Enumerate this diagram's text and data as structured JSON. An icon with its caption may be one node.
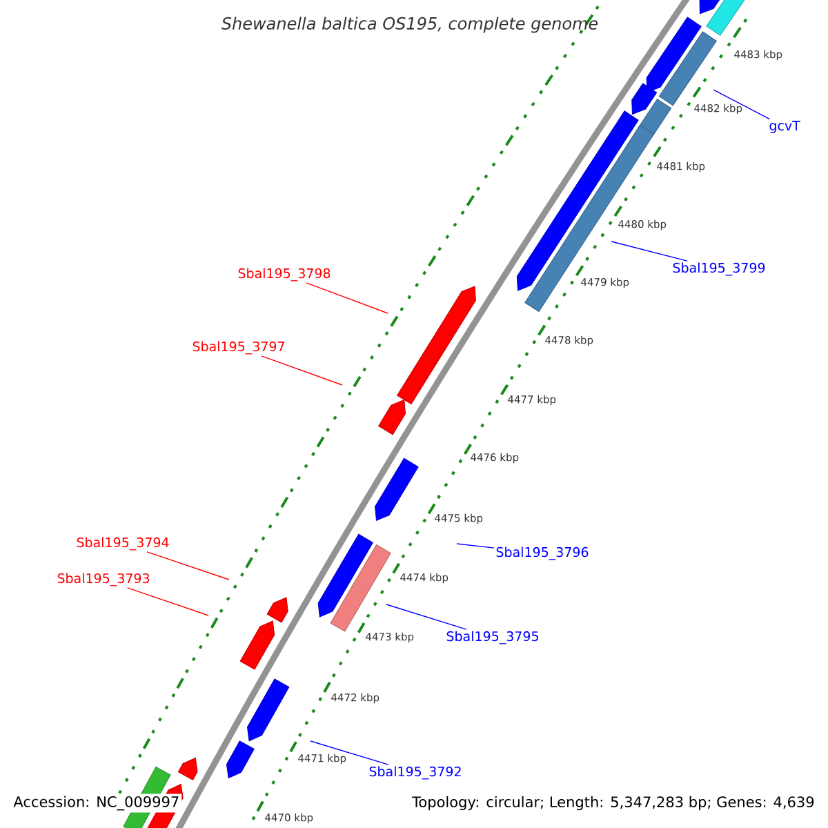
{
  "diagram": {
    "title": "Shewanella baltica OS195, complete genome",
    "nodes": [
      {
        "text": [
          "gcvT"
        ]
      },
      {
        "text": [
          "Sbal195_3799"
        ]
      },
      {
        "text": [
          "Sbal195_3798"
        ]
      },
      {
        "text": [
          "Sbal195_3797"
        ]
      },
      {
        "text": [
          "Sbal195_3794"
        ]
      },
      {
        "text": [
          "Sbal195_3796"
        ]
      },
      {
        "text": [
          "Sbal195_3793"
        ]
      },
      {
        "text": [
          "Sbal195_3795"
        ]
      },
      {
        "text": [
          "Sbal195_3792"
        ]
      }
    ],
    "edges": [
      {
        "from": 0,
        "to": null,
        "arrow": "none",
        "color": "#0000ff"
      },
      {
        "from": 1,
        "to": null,
        "arrow": "none",
        "color": "#0000ff"
      },
      {
        "from": 2,
        "to": null,
        "arrow": "none",
        "color": "#ff0000"
      },
      {
        "from": 3,
        "to": null,
        "arrow": "none",
        "color": "#ff0000"
      },
      {
        "from": 4,
        "to": null,
        "arrow": "none",
        "color": "#ff0000"
      },
      {
        "from": 5,
        "to": null,
        "arrow": "none",
        "color": "#0000ff"
      },
      {
        "from": 6,
        "to": null,
        "arrow": "none",
        "color": "#ff0000"
      },
      {
        "from": 7,
        "to": null,
        "arrow": "none",
        "color": "#0000ff"
      },
      {
        "from": 8,
        "to": null,
        "arrow": "none",
        "color": "#0000ff"
      }
    ],
    "labels": [
      "4483 kbp",
      "4482 kbp",
      "4481 kbp",
      "4480 kbp",
      "4479 kbp",
      "4478 kbp",
      "4477 kbp",
      "4476 kbp",
      "4475 kbp",
      "4474 kbp",
      "4473 kbp",
      "4472 kbp",
      "4471 kbp",
      "4470 kbp",
      "Accession: NC_009997",
      "Topology: circular; Length: 5,347,283 bp; Genes: 4,639"
    ]
  }
}
